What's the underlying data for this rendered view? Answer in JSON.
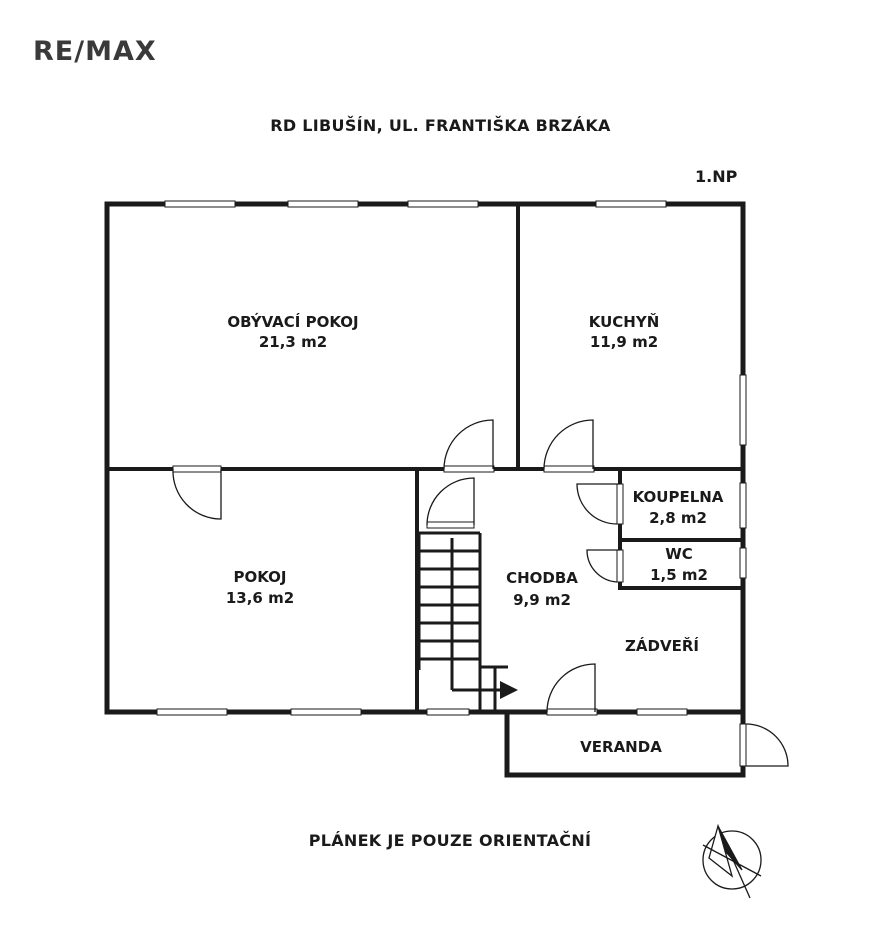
{
  "logo": "RE/MAX",
  "title": "RD LIBUŠÍN, UL. FRANTIŠKA BRZÁKA",
  "floor_label": "1.NP",
  "note": "PLÁNEK JE POUZE ORIENTAČNÍ",
  "rooms": {
    "living": {
      "name": "OBÝVACÍ POKOJ",
      "area": "21,3 m2"
    },
    "kitchen": {
      "name": "KUCHYŇ",
      "area": "11,9 m2"
    },
    "bathroom": {
      "name": "KOUPELNA",
      "area": "2,8 m2"
    },
    "wc": {
      "name": "WC",
      "area": "1,5 m2"
    },
    "room": {
      "name": "POKOJ",
      "area": "13,6 m2"
    },
    "hall": {
      "name": "CHODBA",
      "area": "9,9 m2"
    },
    "entrance": {
      "name": "ZÁDVEŘÍ"
    },
    "veranda": {
      "name": "VERANDA"
    }
  }
}
